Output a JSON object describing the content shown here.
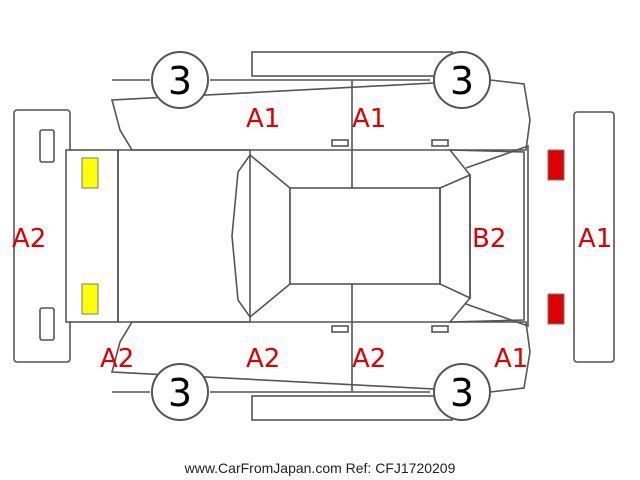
{
  "colors": {
    "line": "#555555",
    "damage_text": "#e00000",
    "yellow_marker": "#ffff00",
    "red_marker": "#e00000"
  },
  "tyres": {
    "front_left": "3",
    "rear_left": "3",
    "front_right": "3",
    "rear_right": "3"
  },
  "labels": {
    "front_bumper": "A2",
    "front_left_fender": "A2",
    "left_front_door_top": "A1",
    "left_rear_door_top": "A1",
    "right_front_door": "A2",
    "right_rear_door": "A2",
    "rear_right_quarter": "A1",
    "back_door": "B2",
    "rear_bumper": "A1"
  },
  "footer": {
    "text": "www.CarFromJapan.com Ref: CFJ1720209"
  }
}
